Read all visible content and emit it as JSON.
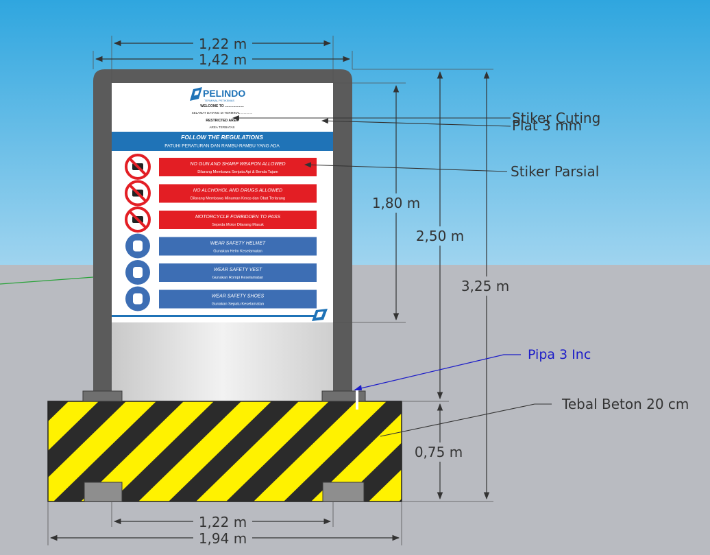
{
  "colors": {
    "sky_top": "#2fa6df",
    "sky_bottom": "#9fd4ef",
    "ground": "#b9bbc1",
    "frame": "#5b5b5b",
    "hazard_yellow": "#fff200",
    "hazard_black": "#2b2b2b",
    "sign_blue": "#1f73b7",
    "rule_red": "#e31e24",
    "rule_blue": "#3d6eb4",
    "pipe_leader": "#1c1cc8"
  },
  "dimensions": {
    "top_inner_width": "1,22 m",
    "top_outer_width": "1,42 m",
    "sign_height": "1,80 m",
    "mid_height": "2,50 m",
    "total_height": "3,25 m",
    "base_height": "0,75 m",
    "bottom_inner_width": "1,22 m",
    "bottom_outer_width": "1,94 m"
  },
  "callouts": {
    "stiker_cuting": "Stiker Cuting",
    "plat": "Plat 3 mm",
    "stiker_parsial": "Stiker Parsial",
    "pipa": "Pipa 3 Inc",
    "tebal_beton": "Tebal Beton 20 cm"
  },
  "sign": {
    "brand": "PELINDO",
    "brand_sub": "TERMINAL PETIKEMAS",
    "welcome": "WELCOME TO ....................",
    "welcome_id": "SELAMAT DATANG DI TERMINAL .............",
    "restricted": "RESTRICTED AREA",
    "restricted_id": "AREA TERBATAS",
    "banner_title": "FOLLOW THE REGULATIONS",
    "banner_sub": "PATUHI PERATURAN DAN RAMBU-RAMBU YANG ADA",
    "rules": [
      {
        "title": "NO GUN AND SHARP WEAPON ALLOWED",
        "sub": "Dilarang Membawa Senjata Api & Benda Tajam",
        "kind": "prohibit",
        "icon": "no-gun-icon"
      },
      {
        "title": "NO ALCHOHOL AND DRUGS ALLOWED",
        "sub": "Dilarang Membawa Minuman Keras dan Obat Terlarang",
        "kind": "prohibit",
        "icon": "no-alcohol-icon"
      },
      {
        "title": "MOTORCYCLE FORBIDDEN TO PASS",
        "sub": "Sepeda Motor Dilarang Masuk",
        "kind": "prohibit",
        "icon": "no-motorcycle-icon"
      },
      {
        "title": "WEAR SAFETY HELMET",
        "sub": "Gunakan Helm Keselamatan",
        "kind": "mandatory",
        "icon": "helmet-icon"
      },
      {
        "title": "WEAR SAFETY VEST",
        "sub": "Gunakan Rompi Keselamatan",
        "kind": "mandatory",
        "icon": "vest-icon"
      },
      {
        "title": "WEAR SAFETY SHOES",
        "sub": "Gunakan Sepatu Keselamatan",
        "kind": "mandatory",
        "icon": "shoes-icon"
      }
    ]
  }
}
